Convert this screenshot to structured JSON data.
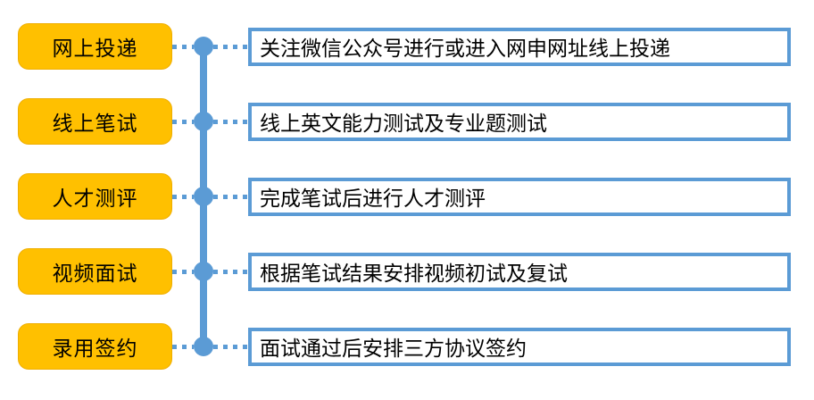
{
  "colors": {
    "accent_blue": "#5B9BD5",
    "accent_gold": "#FFC000",
    "text": "#000000",
    "background": "#FFFFFF"
  },
  "icons": {
    "timeline_node": "filled-circle",
    "connector_style": "square-dotted-line"
  },
  "steps": [
    {
      "label": "网上投递",
      "desc": "关注微信公众号进行或进入网申网址线上投递"
    },
    {
      "label": "线上笔试",
      "desc": "线上英文能力测试及专业题测试"
    },
    {
      "label": "人才测评",
      "desc": "完成笔试后进行人才测评"
    },
    {
      "label": "视频面试",
      "desc": "根据笔试结果安排视频初试及复试"
    },
    {
      "label": "录用签约",
      "desc": "面试通过后安排三方协议签约"
    }
  ]
}
